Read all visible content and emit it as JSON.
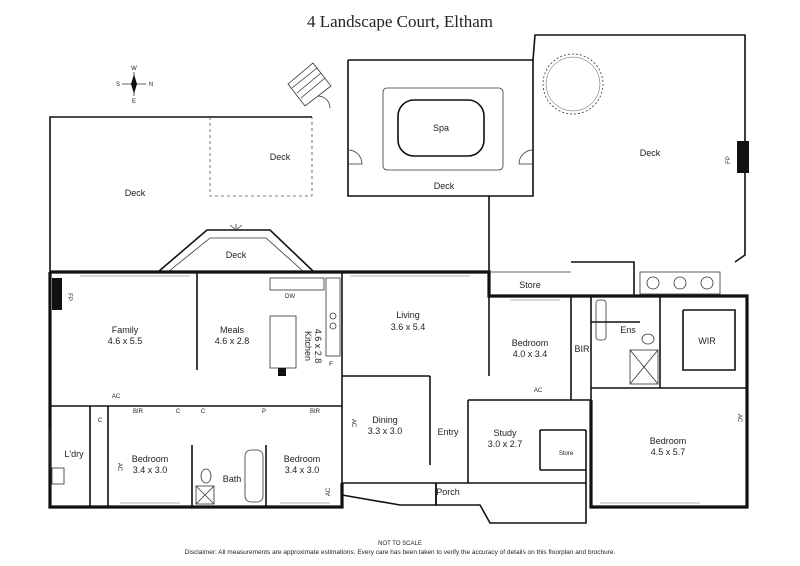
{
  "header": {
    "title": "4 Landscape Court, Eltham"
  },
  "compass": {
    "n": "N",
    "s": "S",
    "e": "E",
    "w": "W"
  },
  "rooms": {
    "deck_left": "Deck",
    "deck_mid": "Deck",
    "deck_spa": "Deck",
    "deck_right": "Deck",
    "deck_bay": "Deck",
    "spa": "Spa",
    "family_name": "Family",
    "family_dim": "4.6 x 5.5",
    "meals_name": "Meals",
    "meals_dim": "4.6 x 2.8",
    "kitchen_name": "Kitchen",
    "kitchen_dim": "4.6 x 2.8",
    "living_name": "Living",
    "living_dim": "3.6 x 5.4",
    "store_top": "Store",
    "bed2_name": "Bedroom",
    "bed2_dim": "4.0 x 3.4",
    "bir_right": "BIR",
    "ens": "Ens",
    "wir": "WIR",
    "main_bed_name": "Bedroom",
    "main_bed_dim": "4.5 x 5.7",
    "study_name": "Study",
    "study_dim": "3.0 x 2.7",
    "store_study": "Store",
    "entry": "Entry",
    "dining_name": "Dining",
    "dining_dim": "3.3 x 3.0",
    "porch": "Porch",
    "bed3_name": "Bedroom",
    "bed3_dim": "3.4 x 3.0",
    "bed4_name": "Bedroom",
    "bed4_dim": "3.4 x 3.0",
    "bath": "Bath",
    "laundry": "L'dry",
    "bir_a": "BIR",
    "bir_b": "BIR",
    "c1": "C",
    "c2": "C",
    "c3": "C",
    "p": "P",
    "dw": "DW",
    "f": "F",
    "fp_left": "FP",
    "fp_right": "FP",
    "ac1": "AC",
    "ac2": "AC",
    "ac3": "AC",
    "ac4": "AC",
    "ac5": "AC",
    "ac6": "AC"
  },
  "footer": {
    "scale": "NOT TO SCALE",
    "disclaimer": "Disclaimer: All measurements are approximate estimations. Every care has been taken to verify the accuracy of details on this floorplan and brochure."
  }
}
